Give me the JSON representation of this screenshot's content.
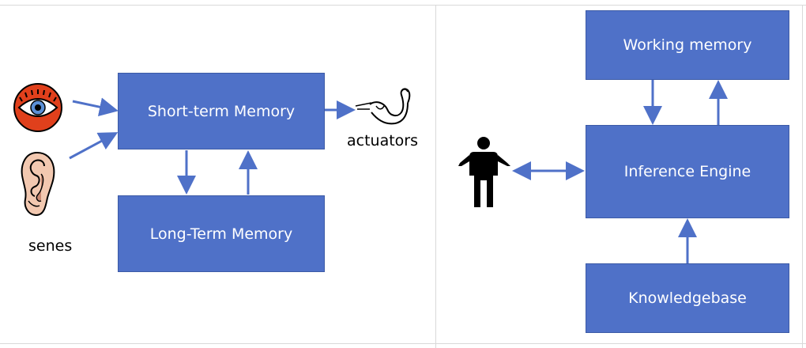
{
  "left_diagram": {
    "short_term_memory": "Short-term Memory",
    "long_term_memory": "Long-Term Memory",
    "actuators": "actuators",
    "senses": "senes"
  },
  "right_diagram": {
    "working_memory": "Working memory",
    "inference_engine": "Inference Engine",
    "knowledgebase": "Knowledgebase"
  },
  "icons": [
    "eye-icon",
    "ear-icon",
    "flexed-arm-icon",
    "person-icon"
  ],
  "colors": {
    "box_fill": "#4f71c8",
    "box_border": "#3c5aa6",
    "arrow": "#4f71c8",
    "eye_red": "#e0401c",
    "person": "#000000"
  }
}
